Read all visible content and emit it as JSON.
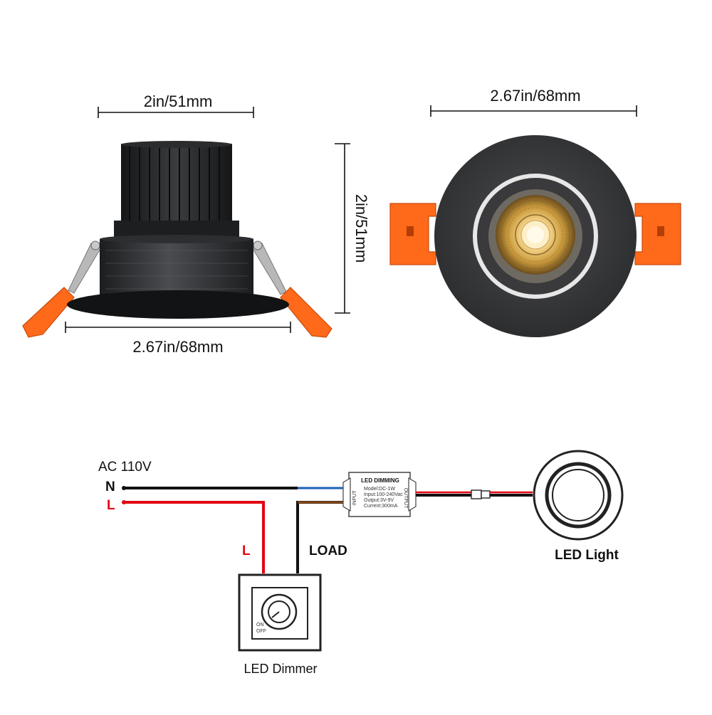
{
  "dimensions": {
    "side_top_width": "2in/51mm",
    "side_height": "2in/51mm",
    "side_bottom_width": "2.67in/68mm",
    "front_width": "2.67in/68mm"
  },
  "wiring": {
    "supply_label": "AC 110V",
    "neutral_label": "N",
    "live_label": "L",
    "live_drop_label": "L",
    "load_label": "LOAD",
    "driver_label": "LED DIMMING",
    "driver_fine_print": [
      "Model:DC-1W",
      "Input:100-240Vac",
      "Output:3V-9V",
      "Current:300mA"
    ],
    "driver_side_left": "INPUT",
    "driver_side_right": "OUTPUT",
    "dimmer_on": "ON",
    "dimmer_off": "OFF",
    "dimmer_caption": "LED Dimmer",
    "light_caption": "LED Light"
  },
  "colors": {
    "body_dark": "#2a2b2d",
    "clip_orange": "#ff6a1a",
    "led_warm": "#f2c46b",
    "wire_live": "#e30613",
    "wire_neutral": "#111111",
    "wire_blue": "#1d5fb8",
    "wire_brown": "#8a4a16"
  }
}
